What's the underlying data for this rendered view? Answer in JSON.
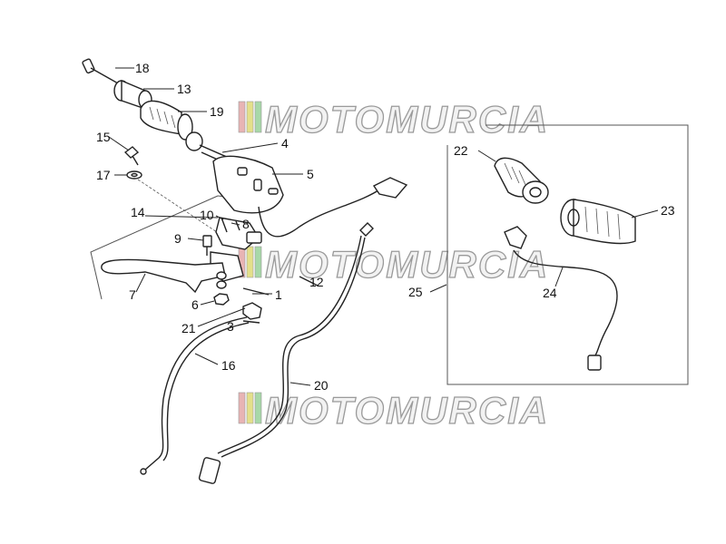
{
  "watermark": {
    "text": "MOTOMURCIA",
    "colors": [
      "#e8b4b4",
      "#e4e08a",
      "#a8d8a8"
    ]
  },
  "labels": {
    "l1": "1",
    "l3": "3",
    "l4": "4",
    "l5": "5",
    "l6": "6",
    "l7": "7",
    "l8": "8",
    "l9": "9",
    "l10": "10",
    "l12": "12",
    "l13": "13",
    "l14": "14",
    "l15": "15",
    "l16": "16",
    "l17": "17",
    "l18": "18",
    "l19": "19",
    "l20": "20",
    "l21": "21",
    "l22": "22",
    "l23": "23",
    "l24": "24",
    "l25": "25"
  }
}
